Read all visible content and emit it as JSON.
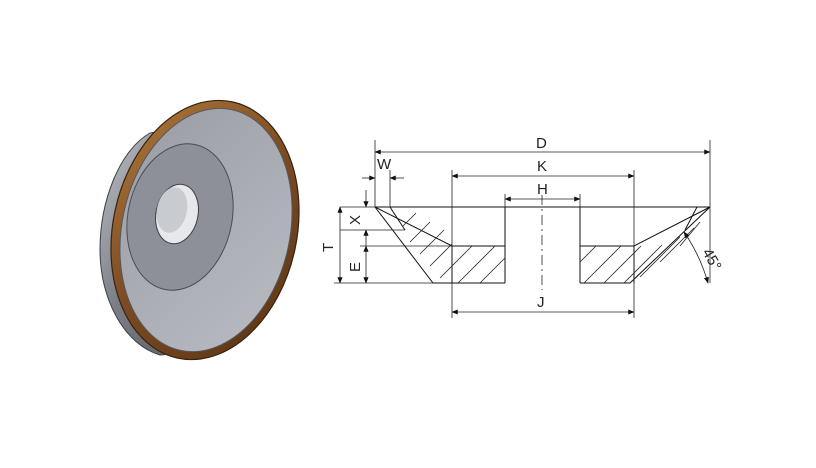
{
  "labels": {
    "D": "D",
    "K": "K",
    "H": "H",
    "W": "W",
    "X": "X",
    "T": "T",
    "E": "E",
    "J": "J",
    "angle": "45°"
  },
  "colors": {
    "rim": "#8a5a2b",
    "body": "#6c6f78",
    "face": "#a9acb3",
    "hub": "#8d9098",
    "hole": "#dde0e4",
    "line": "#111111"
  }
}
